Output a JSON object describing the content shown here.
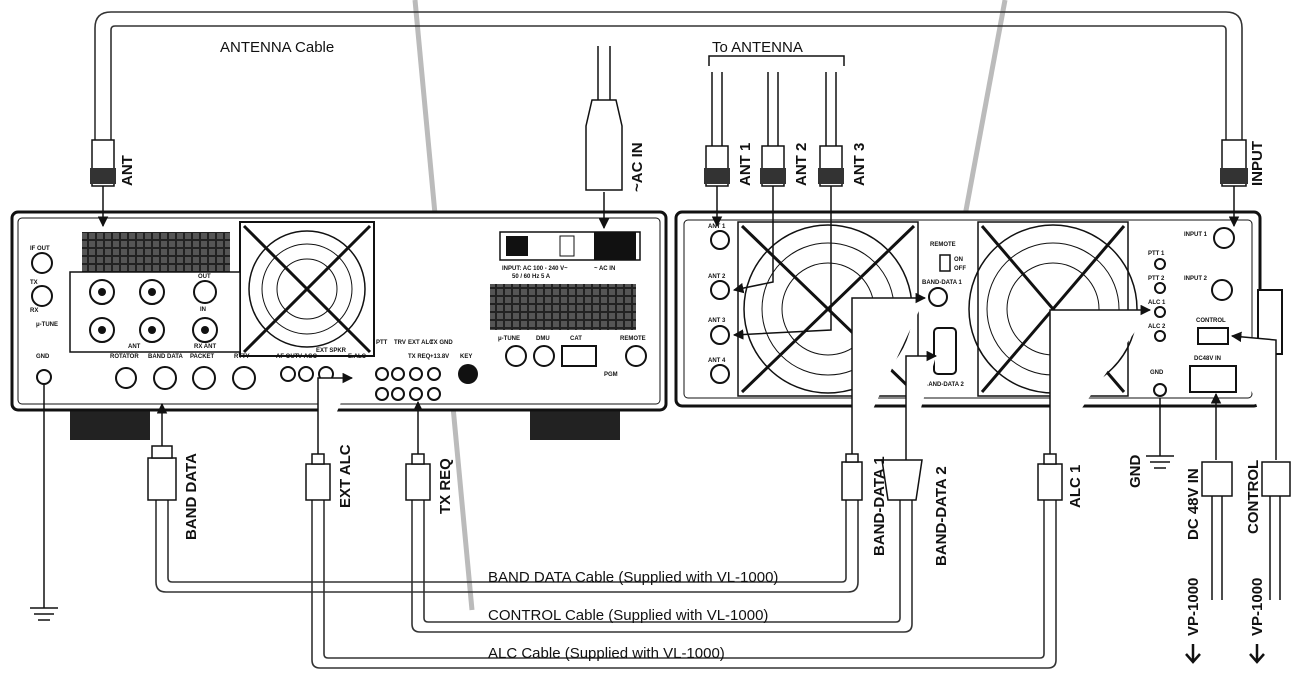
{
  "cables": {
    "antenna": "ANTENNA Cable",
    "band_data": "BAND DATA Cable (Supplied with VL-1000)",
    "control": "CONTROL Cable (Supplied with VL-1000)",
    "alc": "ALC Cable (Supplied with VL-1000)"
  },
  "to_antenna": "To ANTENNA",
  "connectors": {
    "ant": "ANT",
    "ac_in": "~AC IN",
    "ant1": "ANT 1",
    "ant2": "ANT 2",
    "ant3": "ANT 3",
    "input": "INPUT",
    "band_data": "BAND DATA",
    "ext_alc": "EXT ALC",
    "tx_req": "TX REQ",
    "band_data1": "BAND-DATA 1",
    "band_data2": "BAND-DATA 2",
    "alc1": "ALC 1",
    "gnd": "GND",
    "dc48v": "DC 48V IN",
    "control": "CONTROL",
    "vp1": "VP-1000",
    "vp2": "VP-1000"
  },
  "transceiver_panel": {
    "if_out": "IF OUT",
    "tx": "TX",
    "rx": "RX",
    "mu_tune": "μ-TUNE",
    "gnd": "GND",
    "rotator": "ROTATOR",
    "band_data": "BAND DATA",
    "packet": "PACKET",
    "rtty": "RTTY",
    "af_out": "AF OUT",
    "v_agc": "V-AGC",
    "ext_spkr": "EXT SPKR",
    "ptt": "PTT",
    "trv": "TRV",
    "ext_alc": "EXT ALC",
    "tx_gnd": "TX GND",
    "e_alc": "E.ALC",
    "tx_req": "TX REQ",
    "p13v": "+13.8V",
    "key": "KEY",
    "ant_label": "ANT",
    "rx_ant": "RX ANT",
    "out": "OUT",
    "in": "IN",
    "mu_tune2": "μ-TUNE",
    "dmu": "DMU",
    "cat": "CAT",
    "remote": "REMOTE",
    "pgm": "PGM",
    "ac_in": "~ AC IN",
    "input_spec1": "INPUT: AC 100 - 240 V~",
    "input_spec2": "50 / 60 Hz 5 A"
  },
  "amp_panel": {
    "ant1": "ANT 1",
    "ant2": "ANT 2",
    "ant3": "ANT 3",
    "ant4": "ANT 4",
    "remote": "REMOTE",
    "on": "ON",
    "off": "OFF",
    "band_data1": "BAND-DATA 1",
    "band_data2": "BAND-DATA 2",
    "ptt1": "PTT 1",
    "ptt2": "PTT 2",
    "alc1": "ALC 1",
    "alc2": "ALC 2",
    "gnd": "GND",
    "input1": "INPUT 1",
    "input2": "INPUT 2",
    "control": "CONTROL",
    "dc48v": "DC48V IN"
  }
}
